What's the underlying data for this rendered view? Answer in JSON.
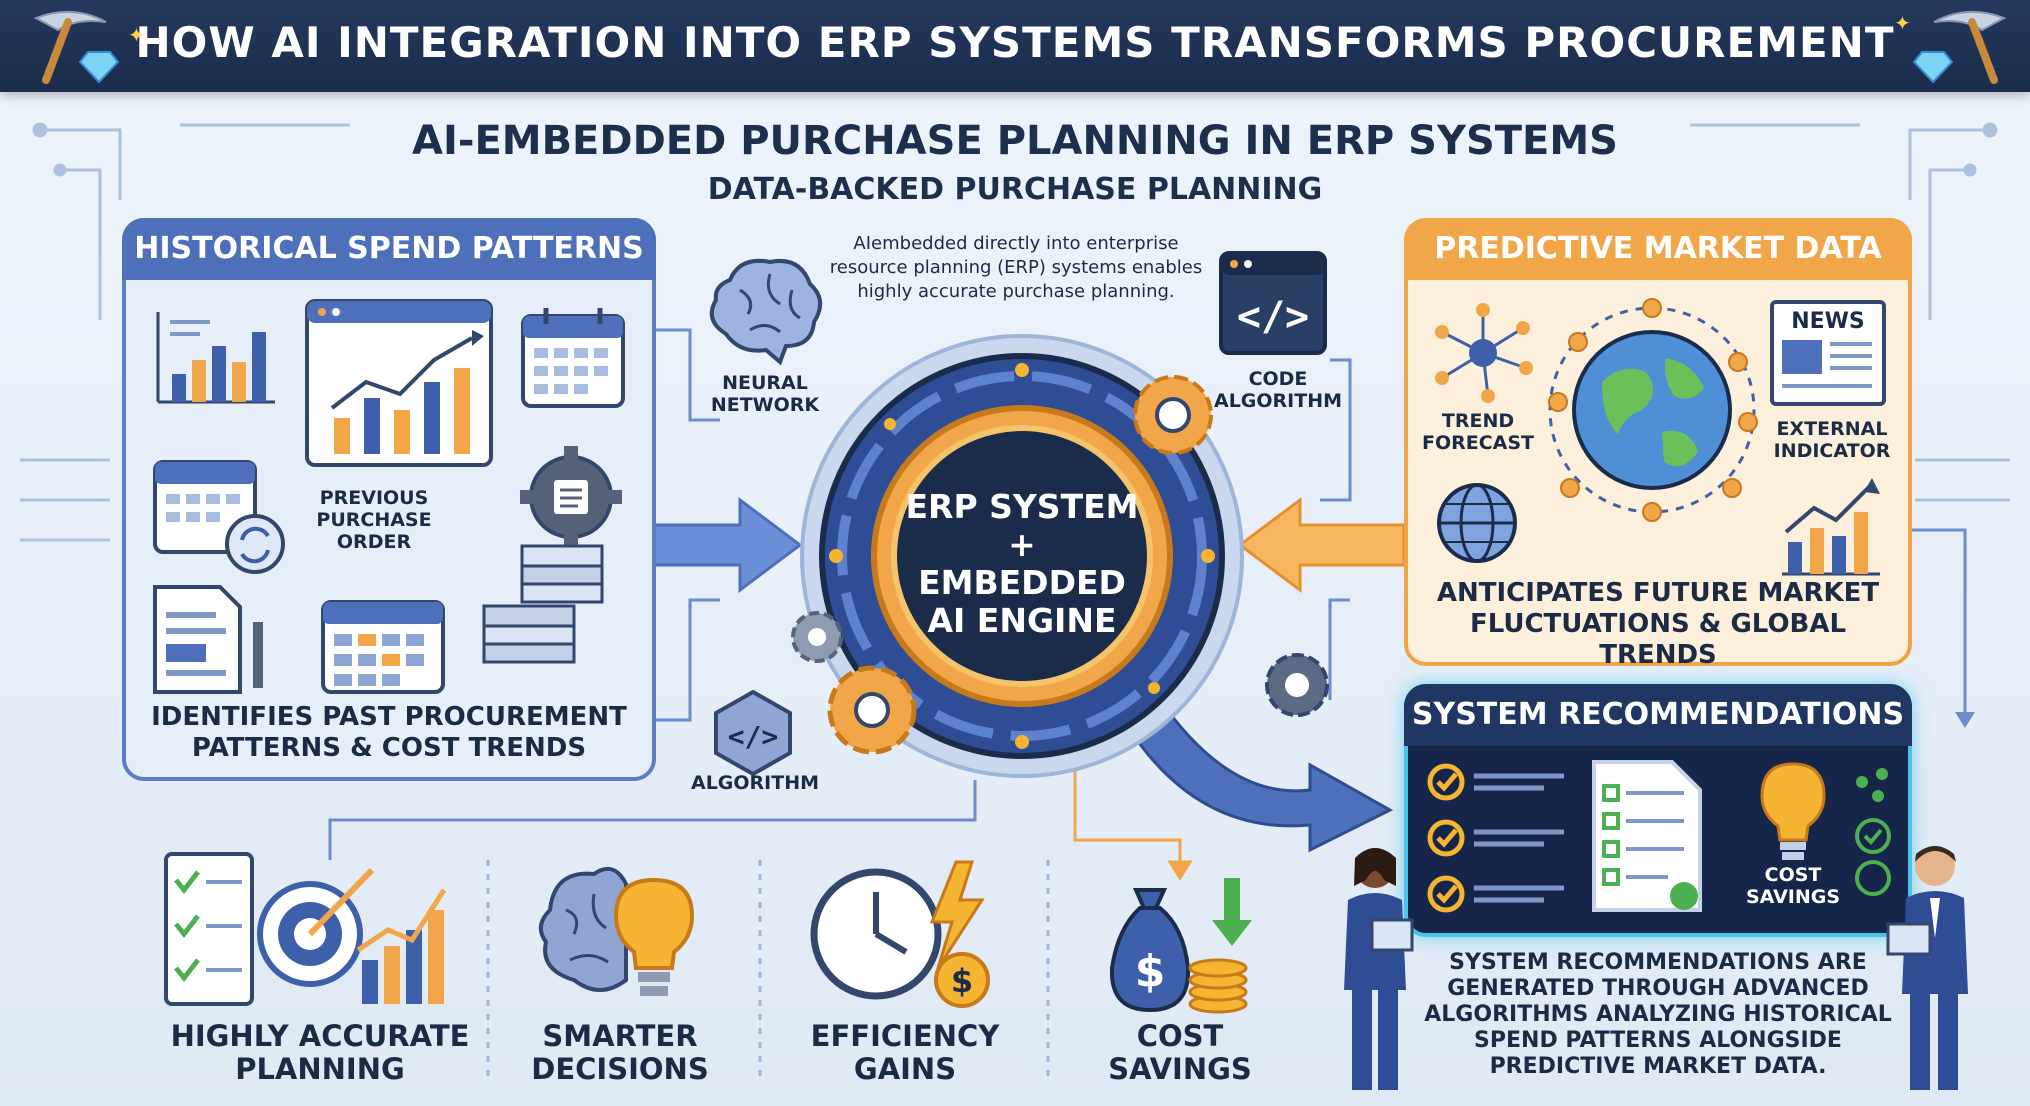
{
  "header": {
    "title": "HOW AI INTEGRATION INTO ERP SYSTEMS TRANSFORMS PROCUREMENT"
  },
  "headings": {
    "main": "AI-EMBEDDED PURCHASE PLANNING IN ERP SYSTEMS",
    "sub": "DATA-BACKED PURCHASE PLANNING"
  },
  "intro": {
    "line1": "AIembedded directly into enterprise",
    "line2": "resource planning (ERP) systems enables",
    "line3": "highly accurate purchase planning."
  },
  "history_panel": {
    "title": "HISTORICAL SPEND PATTERNS",
    "previous_line1": "PREVIOUS",
    "previous_line2": "PURCHASE",
    "previous_line3": "ORDER",
    "foot_line1": "IDENTIFIES PAST PROCUREMENT",
    "foot_line2": "PATTERNS & COST TRENDS"
  },
  "core": {
    "line1": "ERP SYSTEM",
    "line2": "+",
    "line3": "EMBEDDED",
    "line4": "AI ENGINE",
    "neural_line1": "NEURAL",
    "neural_line2": "NETWORK",
    "code_line1": "CODE",
    "code_line2": "ALGORITHM",
    "algorithm": "ALGORITHM"
  },
  "market_panel": {
    "title": "PREDICTIVE MARKET DATA",
    "trend_line1": "TREND",
    "trend_line2": "FORECAST",
    "external_line1": "EXTERNAL",
    "external_line2": "INDICATOR",
    "news": "NEWS",
    "foot_line1": "ANTICIPATES FUTURE MARKET",
    "foot_line2": "FLUCTUATIONS & GLOBAL TRENDS"
  },
  "reco_panel": {
    "title": "SYSTEM RECOMMENDATIONS",
    "cost_line1": "COST",
    "cost_line2": "SAVINGS",
    "desc_line1": "SYSTEM RECOMMENDATIONS ARE",
    "desc_line2": "GENERATED THROUGH ADVANCED",
    "desc_line3": "ALGORITHMS ANALYZING HISTORICAL",
    "desc_line4": "SPEND PATTERNS ALONGSIDE",
    "desc_line5": "PREDICTIVE MARKET DATA."
  },
  "benefits": [
    {
      "line1": "HIGHLY ACCURATE",
      "line2": "PLANNING"
    },
    {
      "line1": "SMARTER",
      "line2": "DECISIONS"
    },
    {
      "line1": "EFFICIENCY",
      "line2": "GAINS"
    },
    {
      "line1": "COST",
      "line2": "SAVINGS"
    }
  ],
  "icons": {
    "pickaxe": "pickaxe-gem-icon",
    "brain": "brain-icon",
    "code": "code-window-icon",
    "gear": "gear-icon",
    "globe": "globe-icon",
    "newspaper": "newspaper-icon",
    "lightbulb": "lightbulb-icon",
    "target": "target-icon",
    "clock": "clock-icon",
    "money_bag": "money-bag-icon"
  },
  "colors": {
    "navy": "#1b2c4b",
    "blue": "#4e6fb9",
    "orange": "#f2a64a",
    "cyan": "#47c6ea",
    "gold": "#f5b431"
  }
}
